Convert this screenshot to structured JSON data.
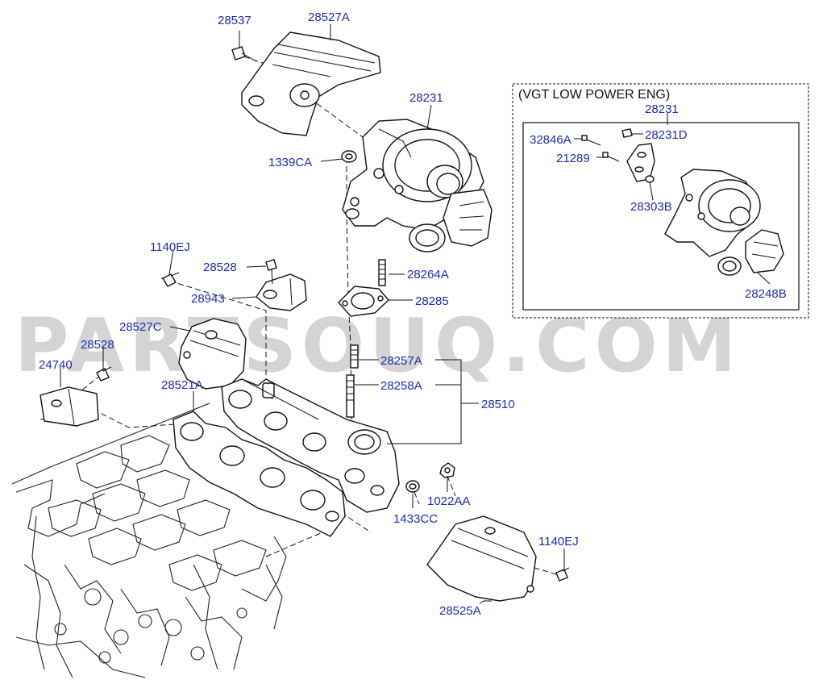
{
  "watermark": "PARTSOUQ.COM",
  "inset_title": "(VGT LOW POWER ENG)",
  "labels": {
    "p28537": "28537",
    "p28527A": "28527A",
    "p28231": "28231",
    "p1339CA": "1339CA",
    "p1140EJ_top": "1140EJ",
    "p28528_top": "28528",
    "p28264A": "28264A",
    "p28943": "28943",
    "p28285": "28285",
    "p28527C": "28527C",
    "p28528_left": "28528",
    "p24740": "24740",
    "p28257A": "28257A",
    "p28258A": "28258A",
    "p28521A": "28521A",
    "p28510": "28510",
    "p1022AA": "1022AA",
    "p1433CC": "1433CC",
    "p1140EJ_bottom": "1140EJ",
    "p28525A": "28525A",
    "inset_28231": "28231",
    "p32846A": "32846A",
    "p28231D": "28231D",
    "p21289": "21289",
    "p28303B": "28303B",
    "p28248B": "28248B"
  }
}
